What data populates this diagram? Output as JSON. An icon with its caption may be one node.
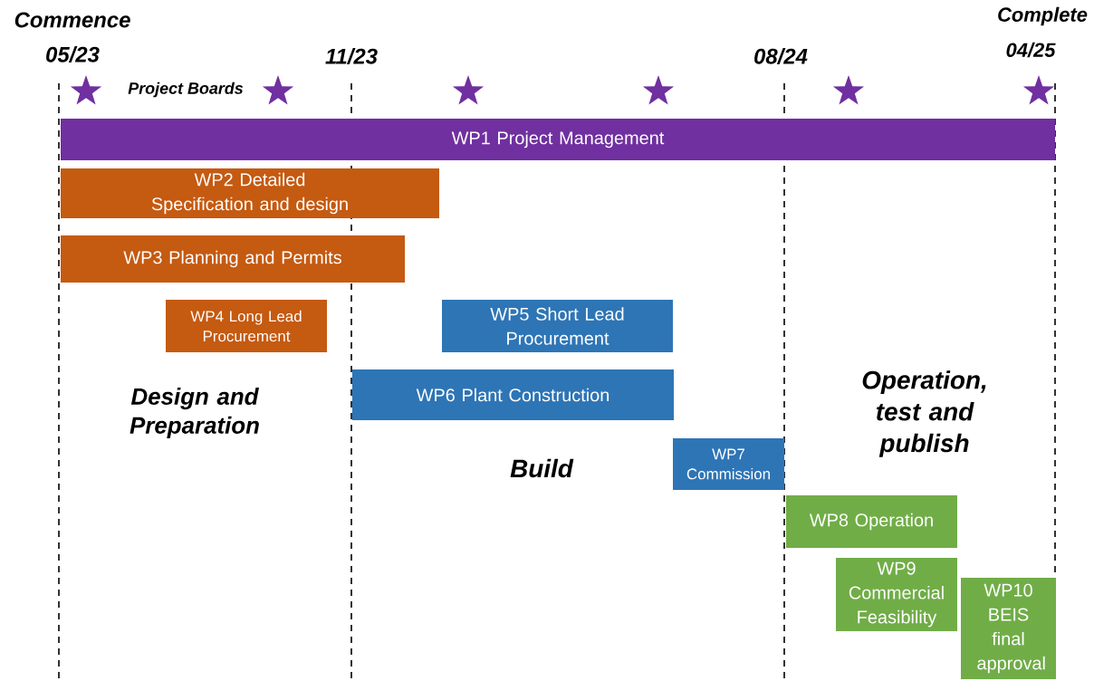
{
  "diagram": {
    "nodes": [
      {
        "text": [
          "WP1 Project Management"
        ]
      },
      {
        "text": [
          "WP2 Detailed Specification and design"
        ]
      },
      {
        "text": [
          "WP3 Planning and Permits"
        ]
      },
      {
        "text": [
          "WP4 Long Lead Procurement"
        ]
      },
      {
        "text": [
          "WP5 Short Lead Procurement"
        ]
      },
      {
        "text": [
          "WP6 Plant Construction"
        ]
      },
      {
        "text": [
          "WP7 Commission"
        ]
      },
      {
        "text": [
          "WP8 Operation"
        ]
      },
      {
        "text": [
          "WP9 Commercial Feasibility"
        ]
      },
      {
        "text": [
          "WP10 BEIS final approval"
        ]
      }
    ],
    "labels": [
      "Commence",
      "05/23",
      "11/23",
      "08/24",
      "Complete",
      "04/25",
      "Project Boards",
      "Design and Preparation",
      "Build",
      "Operation, test and publish"
    ]
  }
}
